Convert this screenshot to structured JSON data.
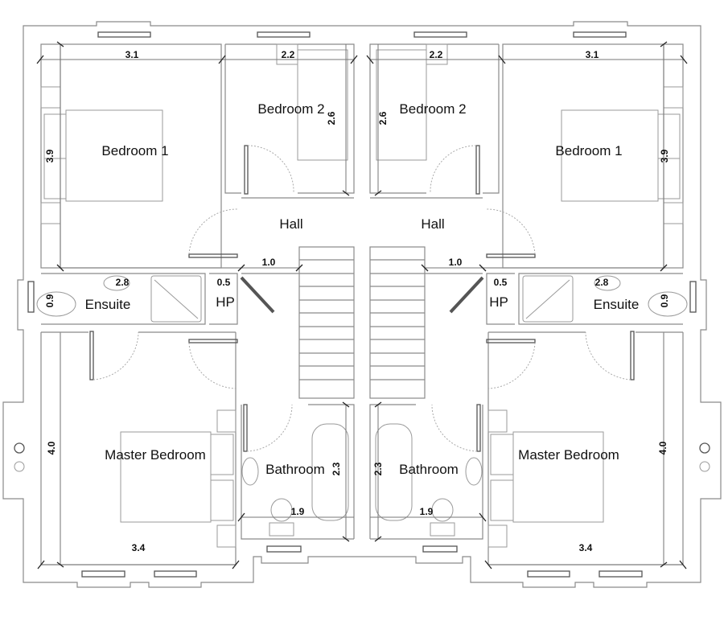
{
  "title": "First floor plan - semi-detached pair",
  "units": [
    {
      "side": "left",
      "rooms": {
        "bedroom1": "Bedroom 1",
        "bedroom2": "Bedroom 2",
        "hall": "Hall",
        "ensuite": "Ensuite",
        "hp": "HP",
        "master": "Master Bedroom",
        "bathroom": "Bathroom"
      },
      "dimensions": {
        "bedroom1_width": "3.1",
        "bedroom1_depth": "3.9",
        "bedroom2_width": "2.2",
        "bedroom2_depth": "2.6",
        "hall_width": "1.0",
        "ensuite_width": "2.8",
        "ensuite_depth": "0.9",
        "hp_width": "0.5",
        "master_width": "3.4",
        "master_depth": "4.0",
        "bathroom_width": "1.9",
        "bathroom_depth": "2.3"
      }
    },
    {
      "side": "right",
      "rooms": {
        "bedroom1": "Bedroom 1",
        "bedroom2": "Bedroom 2",
        "hall": "Hall",
        "ensuite": "Ensuite",
        "hp": "HP",
        "master": "Master Bedroom",
        "bathroom": "Bathroom"
      },
      "dimensions": {
        "bedroom1_width": "3.1",
        "bedroom1_depth": "3.9",
        "bedroom2_width": "2.2",
        "bedroom2_depth": "2.6",
        "hall_width": "1.0",
        "ensuite_width": "2.8",
        "ensuite_depth": "0.9",
        "hp_width": "0.5",
        "master_width": "3.4",
        "master_depth": "4.0",
        "bathroom_width": "1.9",
        "bathroom_depth": "2.3"
      }
    }
  ]
}
